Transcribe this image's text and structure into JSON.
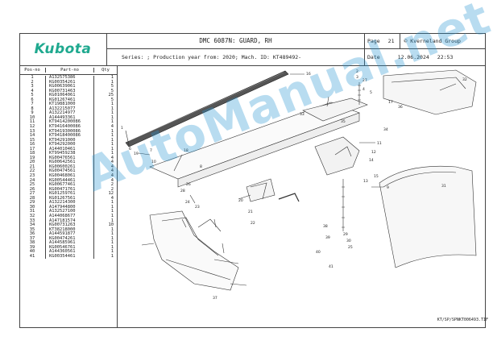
{
  "brand": {
    "logo_text": "Kubota",
    "logo_color": "#1fa98f"
  },
  "header": {
    "title": "DMC 6087N: GUARD, RH",
    "series_line": "Series: ; Production year from: 2020; Mach. ID: KT489492-",
    "page_label": "Page",
    "page_number": "21",
    "copyright": "© Kverneland Group",
    "date_label": "Date",
    "date_value": "12.06.2024",
    "time_value": "22:53"
  },
  "parts_table": {
    "columns": [
      "Pos-no",
      "Part-no",
      "Qty"
    ],
    "rows": [
      [
        "1",
        "A132575386",
        "1"
      ],
      [
        "2",
        "KG00354261",
        "1"
      ],
      [
        "3",
        "KG00639061",
        "5"
      ],
      [
        "4",
        "KG00731463",
        "5"
      ],
      [
        "5",
        "KG01064061",
        "25"
      ],
      [
        "6",
        "KG01267461",
        "5"
      ],
      [
        "7",
        "KT19881000",
        "1"
      ],
      [
        "8",
        "A132215077",
        "1"
      ],
      [
        "9",
        "A132214977",
        "1"
      ],
      [
        "10",
        "A144493361",
        "1"
      ],
      [
        "11",
        "KT9414200086",
        "1"
      ],
      [
        "12",
        "KT9416400086",
        "4"
      ],
      [
        "13",
        "KT9419300086",
        "1"
      ],
      [
        "14",
        "KT9418400086",
        "1"
      ],
      [
        "15",
        "KT94291000",
        "1"
      ],
      [
        "16",
        "KT94292000",
        "1"
      ],
      [
        "17",
        "A144010461",
        "1"
      ],
      [
        "18",
        "KT99459238",
        "1"
      ],
      [
        "19",
        "KG00476561",
        "4"
      ],
      [
        "20",
        "KG00642561",
        "4"
      ],
      [
        "21",
        "KG00600261",
        "4"
      ],
      [
        "22",
        "KG00474561",
        "4"
      ],
      [
        "23",
        "KG00468061",
        "4"
      ],
      [
        "24",
        "KG00544461",
        "4"
      ],
      [
        "25",
        "KG00677461",
        "2"
      ],
      [
        "26",
        "KG00471761",
        "2"
      ],
      [
        "27",
        "KG01259761",
        "12"
      ],
      [
        "28",
        "KG01267561",
        "4"
      ],
      [
        "29",
        "A132214300",
        "1"
      ],
      [
        "30",
        "A147944800",
        "1"
      ],
      [
        "31",
        "A132527100",
        "1"
      ],
      [
        "32",
        "A144068677",
        "1"
      ],
      [
        "33",
        "A147181574",
        "1"
      ],
      [
        "34",
        "KG00731263",
        "10"
      ],
      [
        "35",
        "KT38218000",
        "1"
      ],
      [
        "36",
        "A144591877",
        "1"
      ],
      [
        "37",
        "KG00474261",
        "1"
      ],
      [
        "38",
        "A144585961",
        "1"
      ],
      [
        "39",
        "KG00546761",
        "1"
      ],
      [
        "40",
        "A144360561",
        "1"
      ],
      [
        "41",
        "KG00354461",
        "1"
      ]
    ]
  },
  "drawing": {
    "callouts": [
      "16",
      "2",
      "3",
      "27",
      "4",
      "5",
      "17",
      "36",
      "32",
      "33",
      "35",
      "34",
      "1",
      "6",
      "19",
      "7",
      "18",
      "10",
      "8",
      "11",
      "12",
      "14",
      "15",
      "13",
      "9",
      "26",
      "28",
      "24",
      "23",
      "20",
      "21",
      "22",
      "29",
      "30",
      "25",
      "31",
      "38",
      "39",
      "40",
      "41",
      "37"
    ],
    "filename": "KT/SP/SPNKT006493.TIF"
  },
  "watermark": {
    "text": "AutoManual.net"
  }
}
